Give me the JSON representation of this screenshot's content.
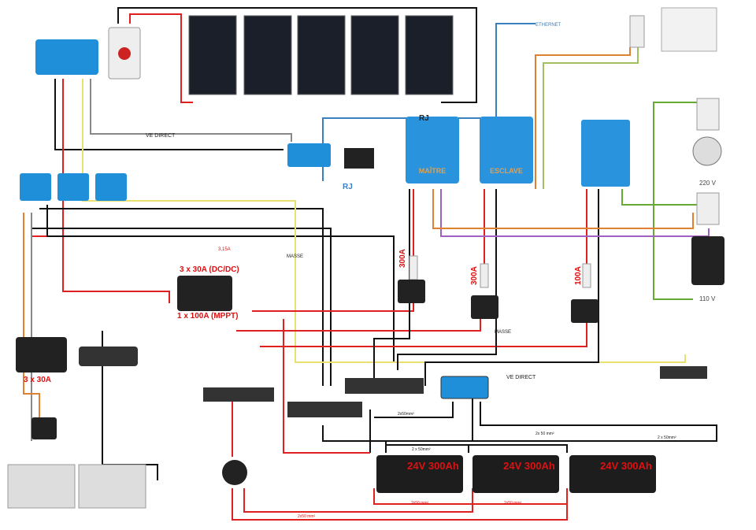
{
  "labels": {
    "ethernet": "ETHERNET",
    "ve_direct_top": "VE DIRECT",
    "rj_top": "RJ",
    "rj_mid": "RJ",
    "master": "MAÎTRE",
    "slave": "ESCLAVE",
    "dcdc_fuse": "3 x 30A (DC/DC)",
    "mppt_fuse": "1 x 100A  (MPPT)",
    "small_fuse": "3,15A",
    "ground_1": "MASSE",
    "ground_2": "MASSE",
    "ve_direct_shunt": "VE DIRECT",
    "fuse_300a_1": "300A",
    "fuse_300a_2": "300A",
    "fuse_100a": "100A",
    "fuse_box_left": "3 x 30A",
    "volt_220": "220 V",
    "volt_110": "110 V",
    "cable_1": "2x50mm²",
    "cable_2": "2x 50 mm²",
    "cable_3": "2 x 50mm²",
    "cable_4": "2 x 50mm²",
    "cable_5": "2x50 mm²",
    "cable_6": "2x50 mm²",
    "cable_7": "2x50 mm²"
  },
  "batteries": [
    "24V 300Ah",
    "24V 300Ah",
    "24V 300Ah"
  ],
  "colors": {
    "positive": "#e02020",
    "negative": "#111111",
    "victron_blue": "#1e8fd8",
    "ve_direct": "#e8e070",
    "ethernet": "#3a7fc0"
  }
}
